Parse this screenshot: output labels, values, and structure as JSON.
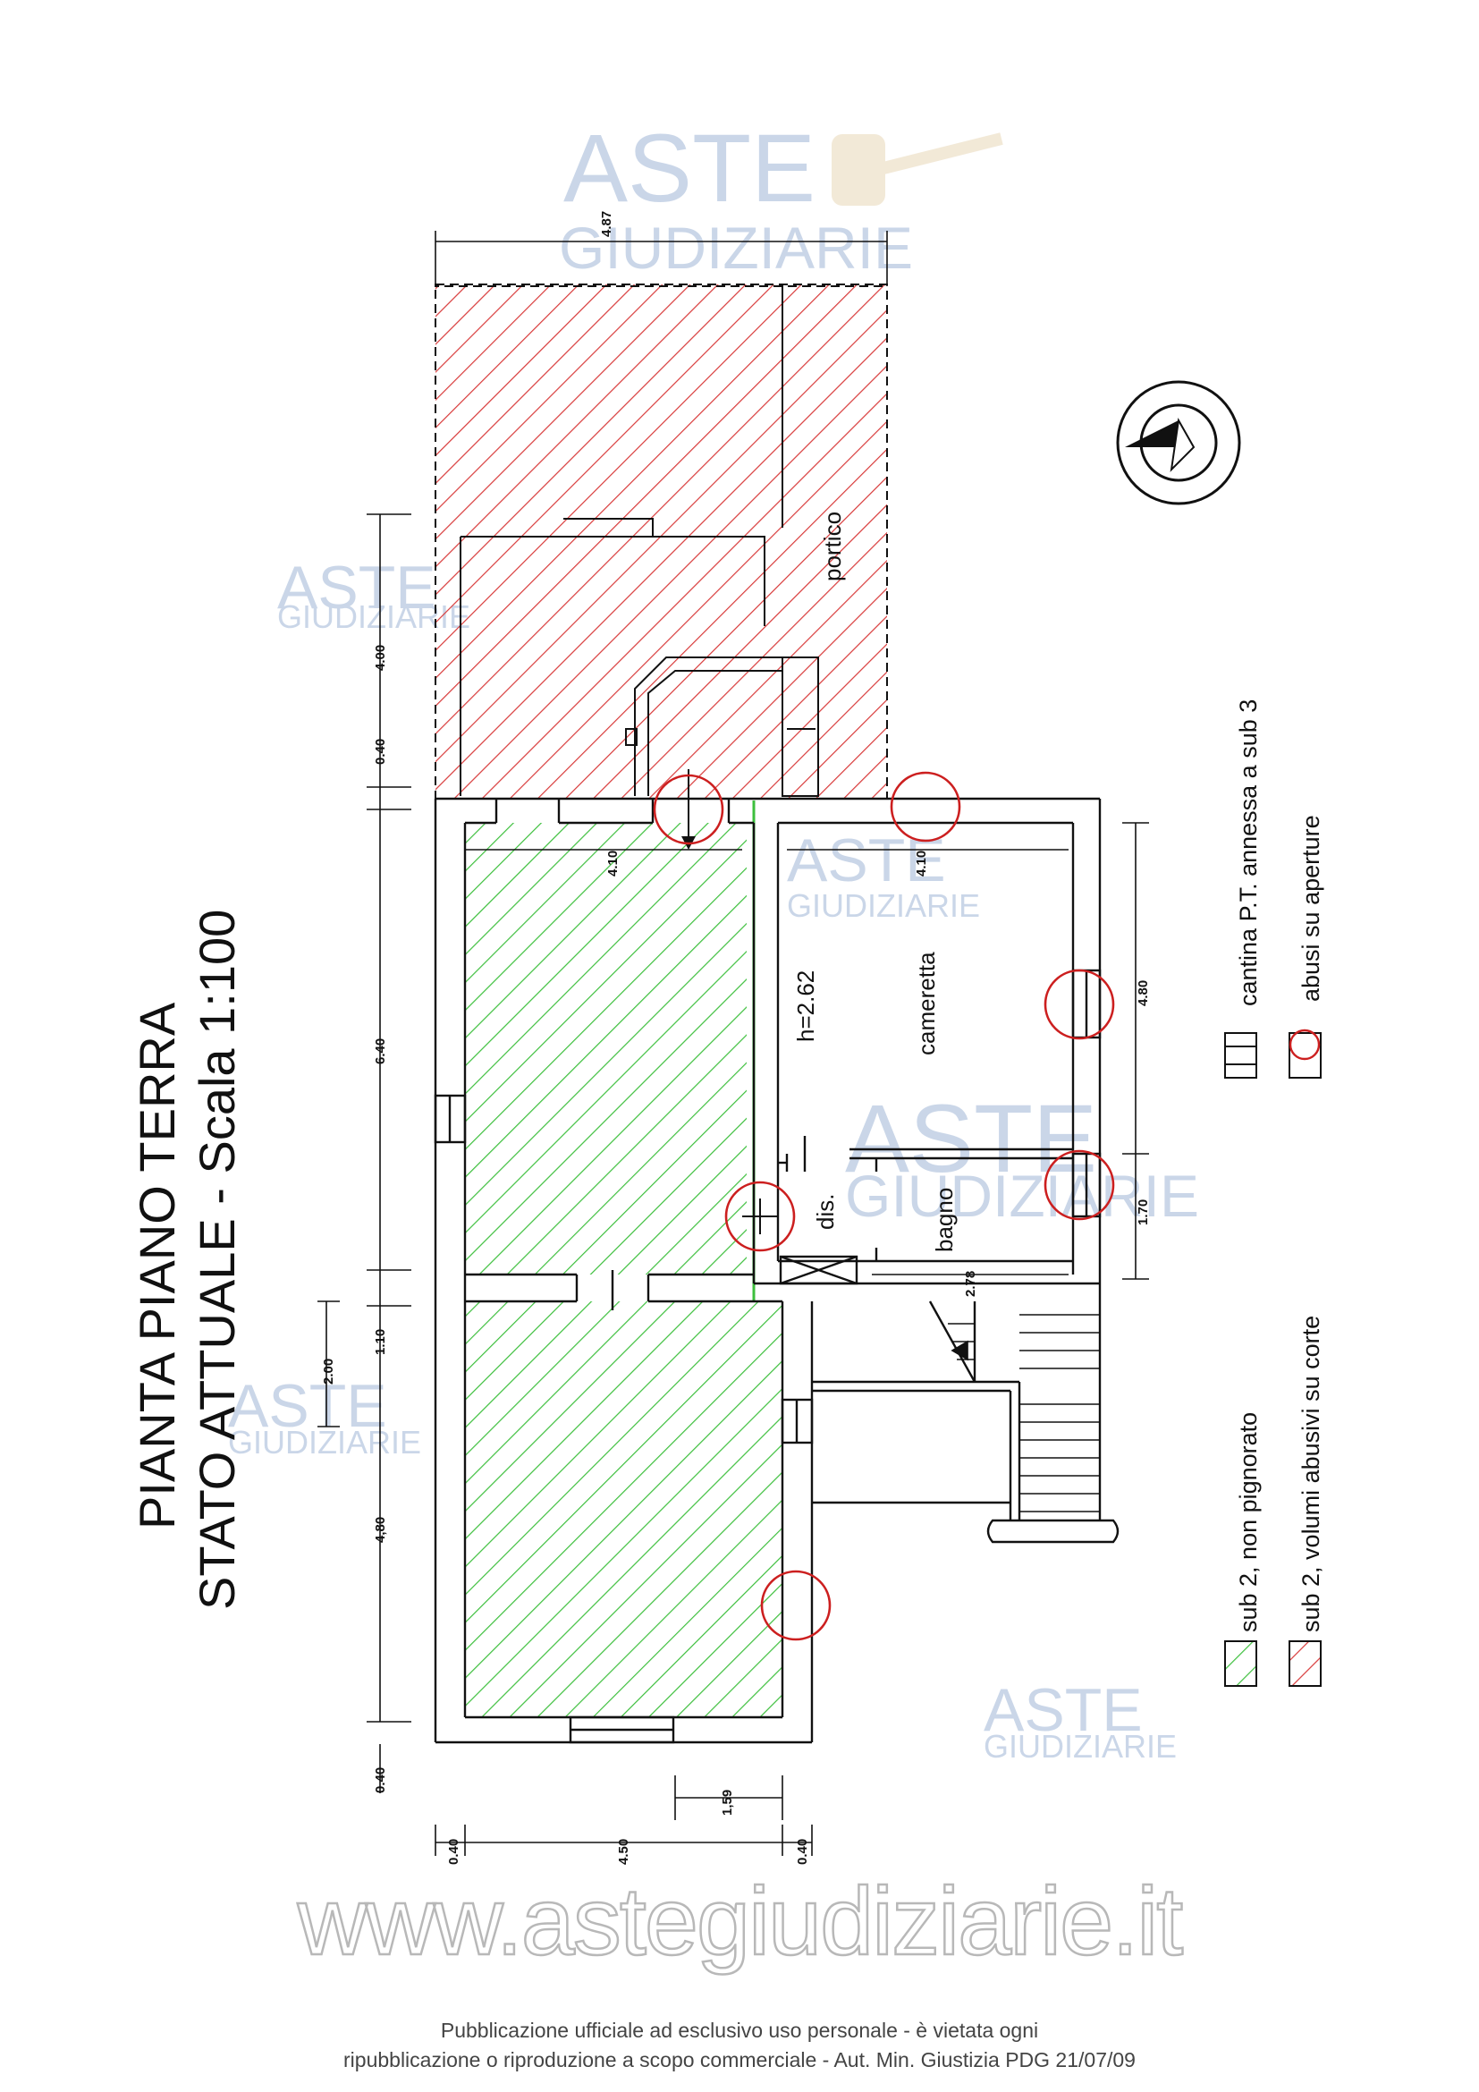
{
  "title": {
    "line1": "PIANTA PIANO TERRA",
    "line2": "STATO ATTUALE - Scala 1:100"
  },
  "rooms": {
    "portico": "portico",
    "cameretta": "cameretta",
    "height": "h=2.62",
    "dis": "dis.",
    "bagno": "bagno"
  },
  "dimensions": {
    "top_width": "4.87",
    "d_400": "4.00",
    "d_040_a": "0.40",
    "d_640": "6.40",
    "d_110": "1.10",
    "d_200": "2.00",
    "d_480": "4,80",
    "d_040_b": "0.40",
    "d_410_left": "4.10",
    "d_410_right": "4.10",
    "d_480_right": "4.80",
    "d_170": "1.70",
    "d_278": "2.78",
    "d_159": "1,59",
    "d_040_c": "0.40",
    "d_450": "4.50",
    "d_040_d": "0.40"
  },
  "legend": {
    "cantina": "cantina P.T. annessa a sub 3",
    "abusi_aperture": "abusi su aperture",
    "sub2_non_pignorato": "sub 2, non pignorato",
    "sub2_abusivi": "sub 2, volumi abusivi su corte"
  },
  "watermark": {
    "aste": "ASTE",
    "giudiziarie": "GIUDIZIARIE",
    "url": "www.astegiudiziarie.it"
  },
  "footer": {
    "line1": "Pubblicazione ufficiale ad esclusivo uso personale - è vietata ogni",
    "line2": "ripubblicazione o riproduzione a scopo commerciale - Aut. Min. Giustizia PDG 21/07/09"
  },
  "colors": {
    "green_hatch": "#3dbf3d",
    "red_hatch": "#d83a3a",
    "red_circle": "#cc1f1f",
    "wall": "#111111",
    "watermark": "#9fb6d6"
  }
}
